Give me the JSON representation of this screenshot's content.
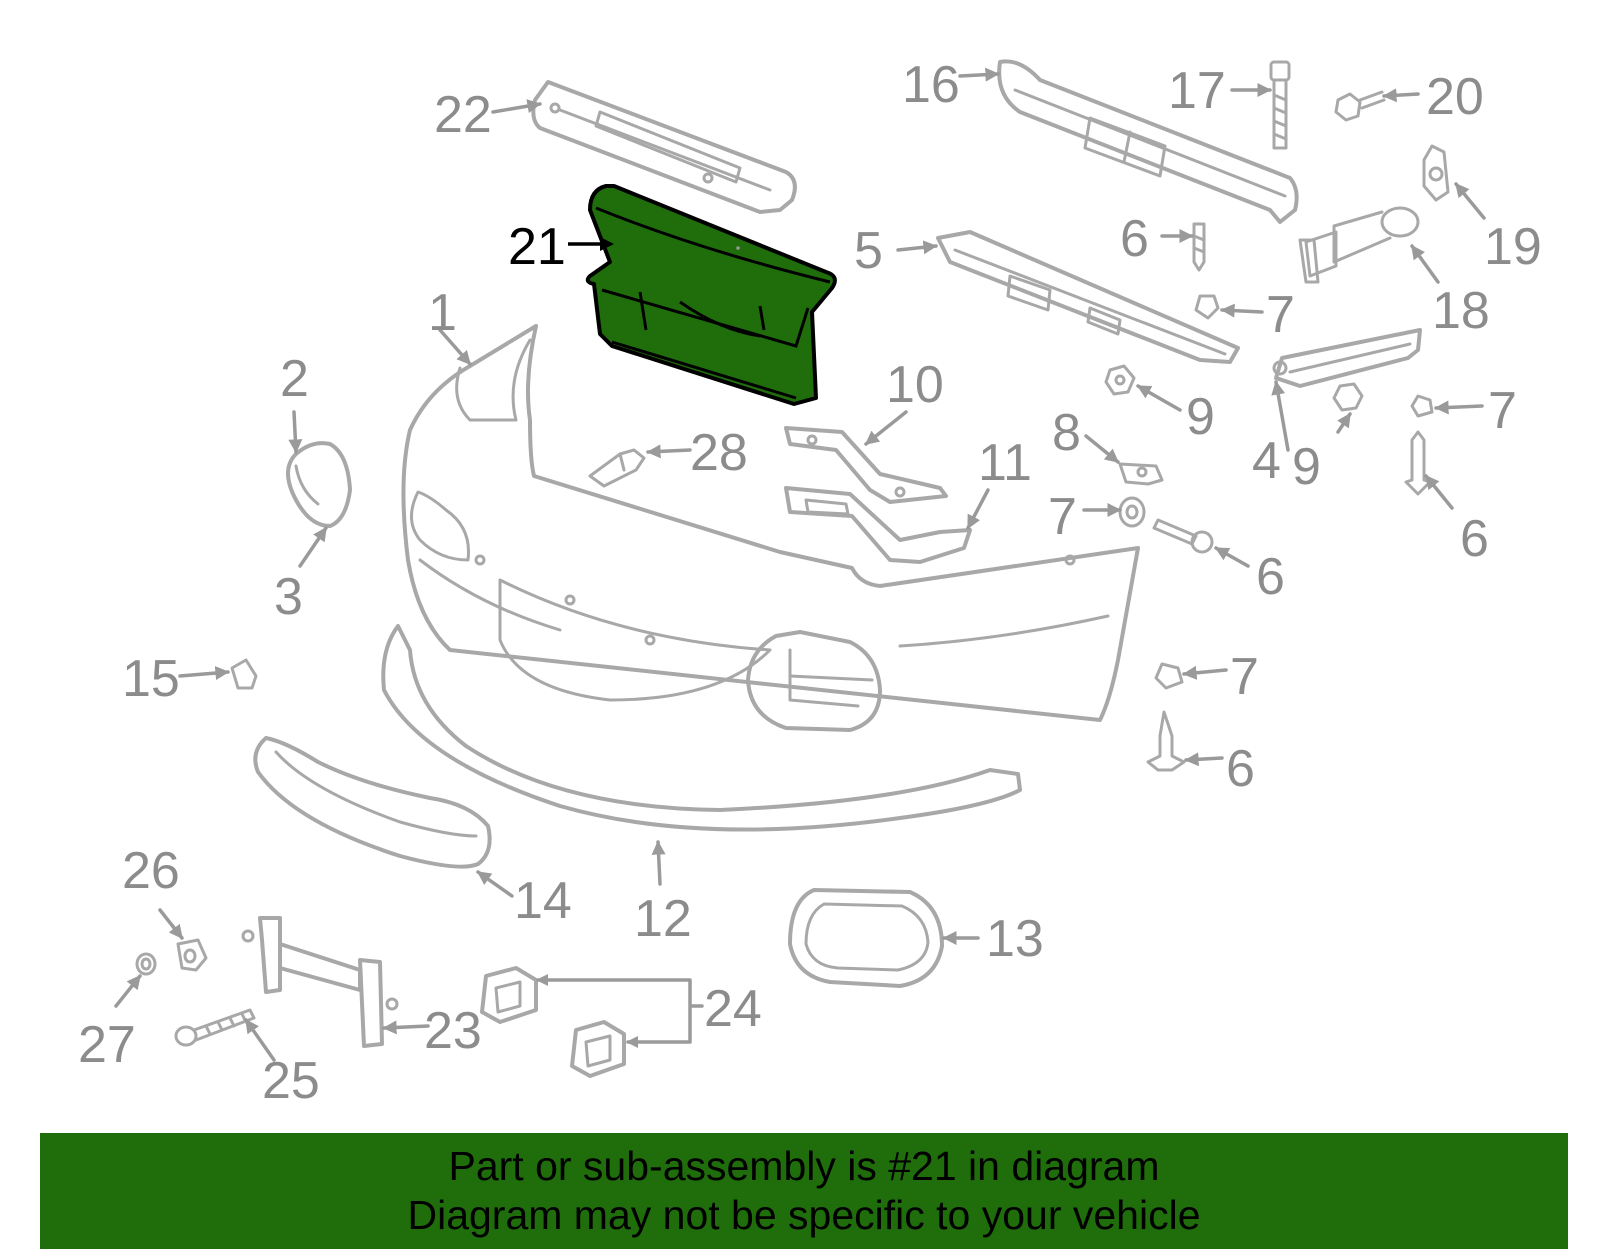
{
  "colors": {
    "highlight": "#1f6e0b",
    "banner_background": "#1f6e0b",
    "line_art": "#a8a8a8",
    "callout_text": "#8c8c8c",
    "highlight_text": "#000000"
  },
  "highlighted_part": "21",
  "callouts": {
    "c1": "1",
    "c2": "2",
    "c3": "3",
    "c4": "4",
    "c5": "5",
    "c6a": "6",
    "c6b": "6",
    "c6c": "6",
    "c6d": "6",
    "c7a": "7",
    "c7b": "7",
    "c7c": "7",
    "c7d": "7",
    "c8": "8",
    "c9a": "9",
    "c9b": "9",
    "c10": "10",
    "c11": "11",
    "c12": "12",
    "c13": "13",
    "c14": "14",
    "c15": "15",
    "c16": "16",
    "c17": "17",
    "c18": "18",
    "c19": "19",
    "c20": "20",
    "c21": "21",
    "c22": "22",
    "c23": "23",
    "c24": "24",
    "c25": "25",
    "c26": "26",
    "c27": "27",
    "c28": "28"
  },
  "banner": {
    "line1": "Part or sub-assembly is #21 in diagram",
    "line2": "Diagram may not be specific to your vehicle"
  }
}
